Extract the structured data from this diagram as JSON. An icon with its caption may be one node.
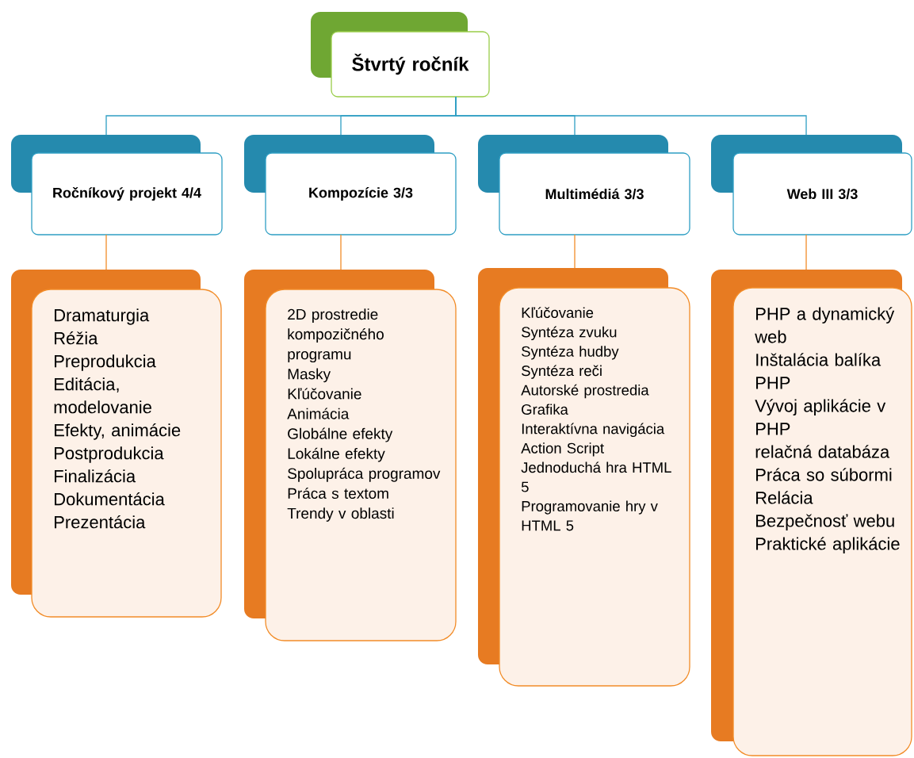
{
  "diagram": {
    "nodes": [
      {
        "text": [
          "Štvrtý ročník"
        ]
      },
      {
        "text": [
          "Ročníkový projekt 4/4"
        ]
      },
      {
        "text": [
          "Kompozície 3/3"
        ]
      },
      {
        "text": [
          "Multimédiá 3/3"
        ]
      },
      {
        "text": [
          "Web III 3/3"
        ]
      },
      {
        "text": [
          "Dramaturgia",
          "Réžia",
          "Preprodukcia",
          "Editácia, modelovanie",
          "Efekty, animácie",
          "Postprodukcia",
          "Finalizácia",
          "Dokumentácia",
          "Prezentácia"
        ]
      },
      {
        "text": [
          "2D prostredie kompozičného programu",
          "Masky",
          "Kľúčovanie",
          "Animácia",
          "Globálne efekty",
          "Lokálne efekty",
          "Spolupráca programov",
          "Práca s textom",
          "Trendy v oblasti"
        ]
      },
      {
        "text": [
          "Kľúčovanie",
          "Syntéza zvuku",
          "Syntéza hudby",
          "Syntéza reči",
          "Autorské prostredia",
          "Grafika",
          "Interaktívna navigácia",
          "Action Script",
          "Jednoduchá hra HTML 5",
          "Programovanie hry v HTML 5"
        ]
      },
      {
        "text": [
          "PHP a dynamický web",
          "Inštalácia balíka PHP",
          "Vývoj aplikácie v PHP",
          "relačná databáza",
          "Práca so súbormi",
          "Relácia",
          "Bezpečnosť webu",
          "Praktické aplikácie"
        ]
      }
    ],
    "edges": [
      {
        "from": 0,
        "to": 1,
        "arrow": "none"
      },
      {
        "from": 0,
        "to": 2,
        "arrow": "none"
      },
      {
        "from": 0,
        "to": 3,
        "arrow": "none"
      },
      {
        "from": 0,
        "to": 4,
        "arrow": "none"
      },
      {
        "from": 1,
        "to": 5,
        "arrow": "none",
        "color": "#f28c28"
      },
      {
        "from": 2,
        "to": 6,
        "arrow": "none",
        "color": "#f28c28"
      },
      {
        "from": 3,
        "to": 7,
        "arrow": "none",
        "color": "#f28c28"
      },
      {
        "from": 4,
        "to": 8,
        "arrow": "none",
        "color": "#f28c28"
      }
    ]
  }
}
